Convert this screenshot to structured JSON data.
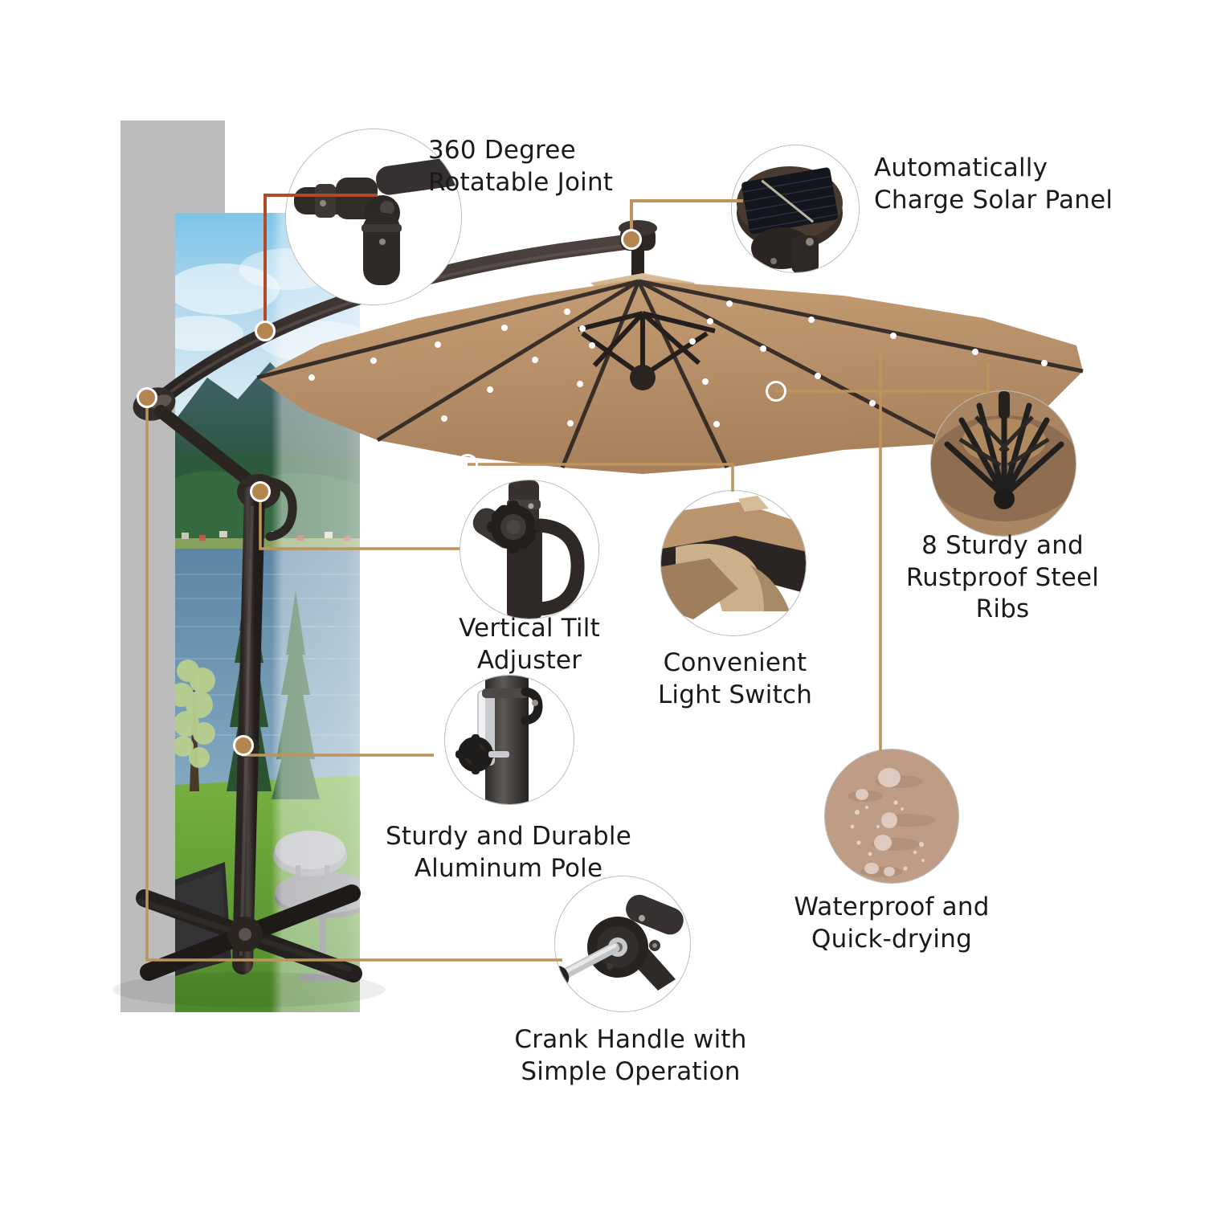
{
  "page": {
    "title": "Solar LED Cantilever Patio Umbrella Feature Infographic",
    "background_color": "#ffffff",
    "accent_line_color": "#bd945c",
    "highlight_line_color": "#b04a28",
    "gray_panel_color": "#bcbcbc",
    "canopy_color": "#b08a64",
    "canopy_top_color": "#d5b793",
    "frame_color": "#3a3330",
    "marker_fill": "#b4854f",
    "marker_ring": "#ffffff",
    "bubble_border": "#b9b9b9",
    "text_color": "#1a1a1a"
  },
  "features": [
    {
      "id": "rotatable-joint",
      "label": "360 Degree\nRotatable Joint",
      "align": "left",
      "bubble_name": "rotatable-joint-closeup",
      "line_color": "#b04a28"
    },
    {
      "id": "solar-panel",
      "label": "Automatically\nCharge Solar Panel",
      "align": "left",
      "bubble_name": "solar-panel-closeup",
      "line_color": "#bd945c"
    },
    {
      "id": "steel-ribs",
      "label": "8 Sturdy and\nRustproof Steel\nRibs",
      "align": "center",
      "bubble_name": "steel-ribs-closeup",
      "line_color": "#bd945c"
    },
    {
      "id": "vertical-tilt",
      "label": "Vertical Tilt\nAdjuster",
      "align": "center",
      "bubble_name": "vertical-tilt-closeup",
      "line_color": "#bd945c"
    },
    {
      "id": "light-switch",
      "label": "Convenient\nLight Switch",
      "align": "center",
      "bubble_name": "light-switch-closeup",
      "line_color": "#bd945c"
    },
    {
      "id": "aluminum-pole",
      "label": "Sturdy and Durable\nAluminum Pole",
      "align": "center",
      "bubble_name": "aluminum-pole-closeup",
      "line_color": "#bd945c"
    },
    {
      "id": "waterproof",
      "label": "Waterproof and\nQuick-drying",
      "align": "center",
      "bubble_name": "waterproof-fabric-closeup",
      "line_color": "#bd945c"
    },
    {
      "id": "crank-handle",
      "label": "Crank Handle with\nSimple Operation",
      "align": "center",
      "bubble_name": "crank-handle-closeup",
      "line_color": "#bd945c"
    }
  ],
  "scene": {
    "photo_description": "Outdoor patio scene with lake, forested mountains, green lawn, rattan chairs and table",
    "product_description": "Beige cantilever offset patio umbrella with solar LED lights, black steel frame and cross base"
  }
}
